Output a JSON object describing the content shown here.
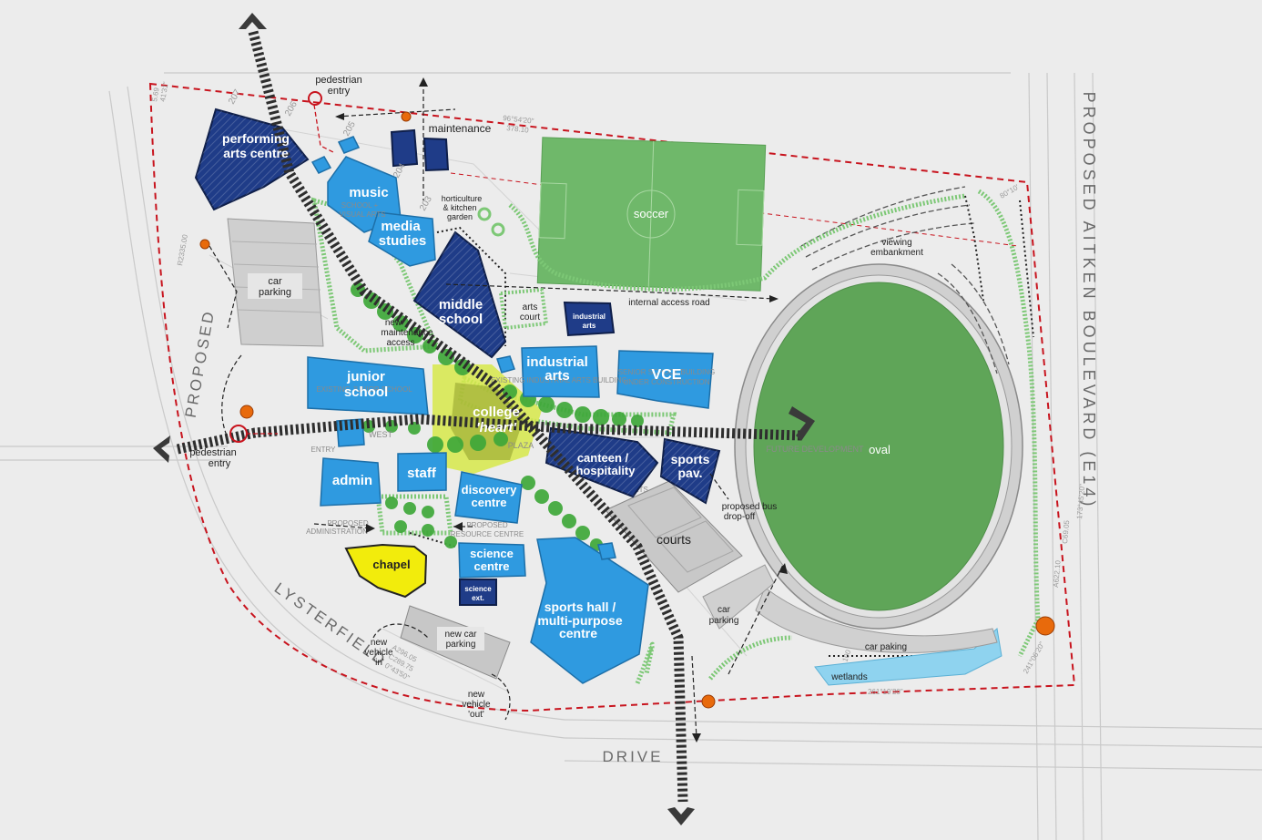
{
  "colors": {
    "background": "#ececec",
    "navy": "#1f3c88",
    "light_blue": "#2f9ae0",
    "field_green": "#6fb86a",
    "oval_green": "#5fa558",
    "tree_green": "#3fa83a",
    "chapel_yellow": "#f2ec0c",
    "heart_yellow": "#d7e94a",
    "boundary_red": "#c8141e",
    "wetland_blue": "#8fd3ef",
    "entry_orange": "#e86a0c",
    "arrow_grey": "#3a3a3a"
  },
  "roads": {
    "north_south_west": "PROPOSED",
    "east": "PROPOSED AITKEN BOULEVARD (E14)",
    "south_west": "LYSTERFIELD",
    "south": "DRIVE"
  },
  "buildings": {
    "performing_arts": [
      "performing",
      "arts centre"
    ],
    "music": "music",
    "music_sub": [
      "SCHOOL +",
      "VISUAL ARTS"
    ],
    "media": [
      "media",
      "studies"
    ],
    "middle_school": [
      "middle",
      "school"
    ],
    "industrial_arts_small": [
      "industrial",
      "arts"
    ],
    "industrial_arts": [
      "industrial",
      "arts"
    ],
    "industrial_arts_sub": "EXISTING INDUSTRIAL ARTS BUILDING",
    "vce": "VCE",
    "vce_sub": [
      "SENIOR SCHOOL BUILDING",
      "UNDER CONSTRUCTION"
    ],
    "junior_school": [
      "junior",
      "school"
    ],
    "junior_sub": "EXISTING JUNIOR SCHOOL",
    "college_heart": [
      "college",
      "'heart'"
    ],
    "west_plaza": "WEST",
    "plaza": "PLAZA",
    "canteen": [
      "canteen /",
      "hospitality"
    ],
    "sports_pav": [
      "sports",
      "pav."
    ],
    "admin": "admin",
    "staff": "staff",
    "discovery": [
      "discovery",
      "centre"
    ],
    "proposed_admin": [
      "PROPOSED",
      "ADMINISTRATION"
    ],
    "proposed_resource": [
      "PROPOSED",
      "RESOURCE CENTRE"
    ],
    "chapel": "chapel",
    "science": [
      "science",
      "centre"
    ],
    "science_ext": [
      "science",
      "ext."
    ],
    "sports_hall": [
      "sports hall /",
      "multi-purpose",
      "centre"
    ],
    "courts": "courts",
    "courts_sub": "COURTS",
    "entry": "ENTRY"
  },
  "labels": {
    "pedestrian_entry_top": [
      "pedestrian",
      "entry"
    ],
    "pedestrian_entry_left": [
      "pedestrian",
      "entry"
    ],
    "maintenance": "maintenance",
    "horticulture": [
      "horticulture",
      "& kitchen",
      "garden"
    ],
    "car_parking_west": [
      "car",
      "parking"
    ],
    "arts_court": [
      "arts",
      "court"
    ],
    "internal_access_road": "internal access road",
    "new_maintenance_access": [
      "new",
      "maintenance",
      "access"
    ],
    "soccer": "soccer",
    "viewing_embankment": [
      "viewing",
      "embankment"
    ],
    "oval": "oval",
    "future_development": "FUTURE DEVELOPMENT",
    "proposed_bus": [
      "proposed bus",
      "drop-off"
    ],
    "car_parking_south": [
      "car",
      "parking"
    ],
    "car_paking": "car paking",
    "wetlands": "wetlands",
    "new_car_parking": [
      "new car",
      "parking"
    ],
    "new_vehicle_in": [
      "new",
      "vehicle",
      "'in'"
    ],
    "new_vehicle_out": [
      "new",
      "vehicle",
      "'out'"
    ]
  },
  "dimensions": {
    "north_bearing": "96°54'20\"",
    "north_length": "378.10",
    "east_bearing": "173°45'20\"",
    "east_length": "C69.05",
    "south_bearing": "261°19'20\"",
    "south_length": "100",
    "se_bearing": "241°06'20\"",
    "sw_bearing": "A296.05",
    "sw_bearing2": "C289.75",
    "sw_angle": "0°43'50\"",
    "nw_a": "5.69",
    "nw_b": "41'31\"",
    "west_a": "207",
    "west_b": "206",
    "west_c": "R2335.00",
    "mid_a": "205",
    "mid_b": "204",
    "mid_c": "203",
    "east_c": "A622.10",
    "ne_a": "80°10'"
  }
}
